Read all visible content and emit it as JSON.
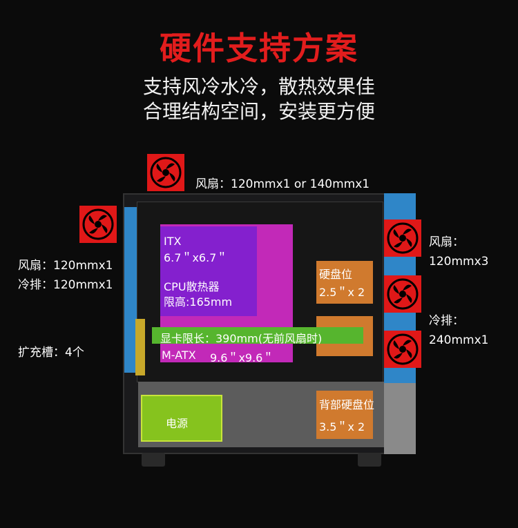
{
  "title": "硬件支持方案",
  "subtitle_line1": "支持风冷水冷，散热效果佳",
  "subtitle_line2": "合理结构空间，安装更方便",
  "top_fan_label": "风扇：120mmx1 or 140mmx1",
  "left_labels": {
    "fan": "风扇：120mmx1",
    "radiator": "冷排：120mmx1",
    "slots": "扩充槽：4个"
  },
  "right_labels": {
    "fan_title": "风扇：",
    "fan_value": "120mmx3",
    "radiator_title": "冷排：",
    "radiator_value": "240mmx1"
  },
  "board": {
    "itx_name": "ITX",
    "itx_size": "6.7＂x6.7＂",
    "cooler_name": "CPU散热器",
    "cooler_limit": "限高:165mm",
    "gpu_limit": "显卡限长：390mm(无前风扇时)",
    "matx_label": "M-ATX",
    "matx_size": "9.6＂x9.6＂"
  },
  "drive_bay": {
    "title": "硬盘位",
    "size": "2.5＂x 2"
  },
  "rear_drive": {
    "title": "背部硬盘位",
    "size": "3.5＂x 2"
  },
  "psu_label": "电源",
  "colors": {
    "title_red": "#e21d1d",
    "fan_red": "#e01818",
    "front_blue": "#2f86c8",
    "matx_magenta": "#c229b8",
    "itx_purple": "#7d1fd0",
    "drive_orange": "#d07a2e",
    "gpu_green": "#56b52e",
    "psu_green": "#86c31e"
  },
  "icons": [
    "fan-icon"
  ]
}
